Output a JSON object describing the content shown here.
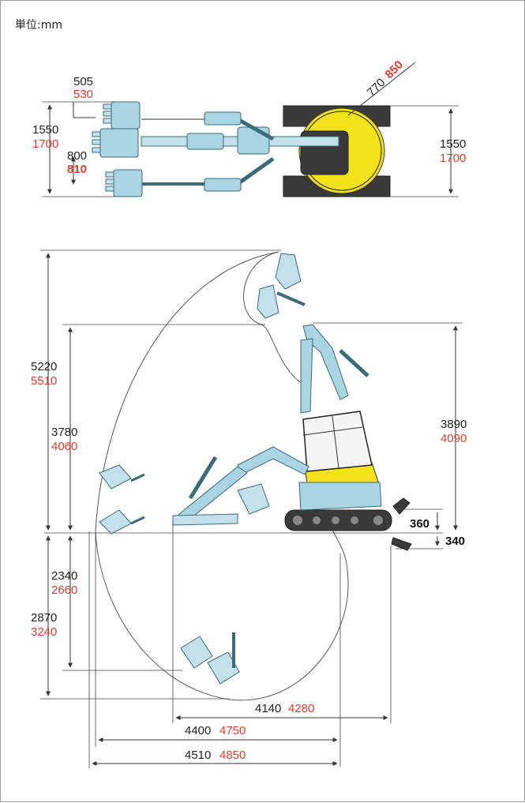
{
  "unit_label": "単位:mm",
  "top_view": {
    "offset_primary": "505",
    "offset_alt": "530",
    "width_left_primary": "1550",
    "width_left_alt": "1700",
    "swing_primary": "800",
    "swing_alt": "810",
    "width_right_primary": "1550",
    "width_right_alt": "1700",
    "tail_primary": "770",
    "tail_alt": "850"
  },
  "side_view": {
    "max_height_primary": "5220",
    "max_height_alt": "5510",
    "dump_height_primary": "3780",
    "dump_height_alt": "4060",
    "cab_height_primary": "3890",
    "cab_height_alt": "4090",
    "blade_up": "360",
    "blade_down": "340",
    "dig_depth_vertical_primary": "2340",
    "dig_depth_vertical_alt": "2660",
    "dig_depth_primary": "2870",
    "dig_depth_alt": "3240",
    "min_radius_primary": "4140",
    "min_radius_alt": "4280",
    "reach_ground_primary": "4400",
    "reach_ground_alt": "4750",
    "max_reach_primary": "4510",
    "max_reach_alt": "4850"
  },
  "colors": {
    "primary_text": "#222222",
    "alt_text": "#e33b2e",
    "arm_blue": "#a9d4e2",
    "body_yellow": "#f3e11a",
    "track_dark": "#3a3a3a"
  }
}
